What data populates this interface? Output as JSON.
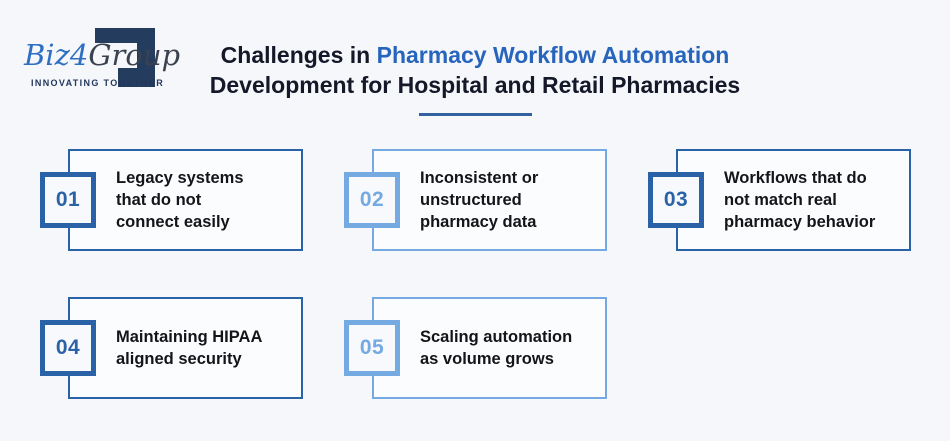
{
  "logo": {
    "brand_prefix": "Biz",
    "brand_mid": "4",
    "brand_suffix": "Group",
    "tagline": "INNOVATING TOGETHER",
    "bracket_icon": "navy-step-bracket"
  },
  "header": {
    "title_prefix": "Challenges in ",
    "title_highlight": "Pharmacy Workflow Automation",
    "title_line2": "Development for Hospital and Retail Pharmacies"
  },
  "colors": {
    "dark_blue": "#2a62a7",
    "light_blue": "#74a9e2",
    "title_highlight": "#2765bd",
    "divider": "#33609f",
    "logo_navy": "#243c5e",
    "brand_blue": "#2e6fc2",
    "background": "#f5f7fa"
  },
  "cards": [
    {
      "number": "01",
      "text": "Legacy systems\nthat do not\nconnect easily",
      "variant": "dark"
    },
    {
      "number": "02",
      "text": "Inconsistent or\nunstructured\npharmacy data",
      "variant": "light"
    },
    {
      "number": "03",
      "text": "Workflows that do\nnot match real\npharmacy behavior",
      "variant": "dark"
    },
    {
      "number": "04",
      "text": "Maintaining HIPAA\naligned security",
      "variant": "dark"
    },
    {
      "number": "05",
      "text": "Scaling automation\nas volume grows",
      "variant": "light"
    }
  ]
}
